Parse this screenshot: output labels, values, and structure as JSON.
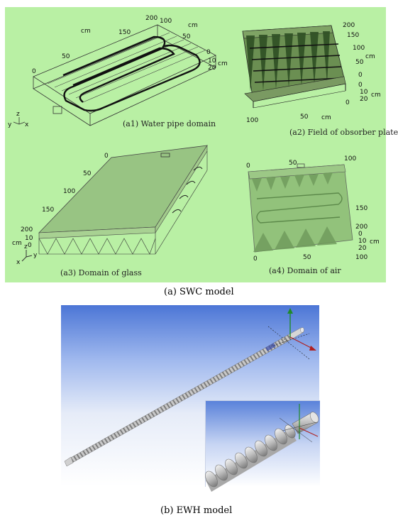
{
  "captions": {
    "a1": "(a1) Water pipe domain",
    "a2": "(a2) Field of obsorber plate",
    "a3": "(a3) Domain of glass",
    "a4": "(a4) Domain of air",
    "a_main_prefix": "(a)",
    "a_main_text": " SWC model",
    "b_main_prefix": "(b)",
    "b_main_text": " EWH model"
  },
  "axis_labels": {
    "a1": {
      "t200": "200",
      "t100": "100",
      "cm_top": "cm",
      "t150": "150",
      "t50a": "50",
      "cm_left": "cm",
      "t50b": "50",
      "t0": "0",
      "r0": "0",
      "r10": "10",
      "r20": "20",
      "rcm": "cm",
      "yzx_y": "y",
      "yzx_z": "z",
      "yzx_x": "x"
    },
    "a2": {
      "t200": "200",
      "t150": "150",
      "t100": "100",
      "t50": "50",
      "t0": "0",
      "cm_tr": "cm",
      "r0": "0",
      "r10": "10",
      "r20": "20",
      "rcm": "cm",
      "b100": "100",
      "b50": "50",
      "b0": "0",
      "bcm": "cm"
    },
    "a3": {
      "t0": "0",
      "t50": "50",
      "t100": "100",
      "t150": "150",
      "l200": "200",
      "l10": "10",
      "l0": "0",
      "lcm": "cm",
      "xyz_z": "z",
      "xyz_y": "y",
      "xyz_x": "x"
    },
    "a4": {
      "t0": "0",
      "t50": "50",
      "t100": "100",
      "r150": "150",
      "r200": "200",
      "r0": "0",
      "r10": "10",
      "r20": "20",
      "rcm": "cm",
      "b0": "0",
      "b50": "50",
      "b100": "100"
    }
  }
}
